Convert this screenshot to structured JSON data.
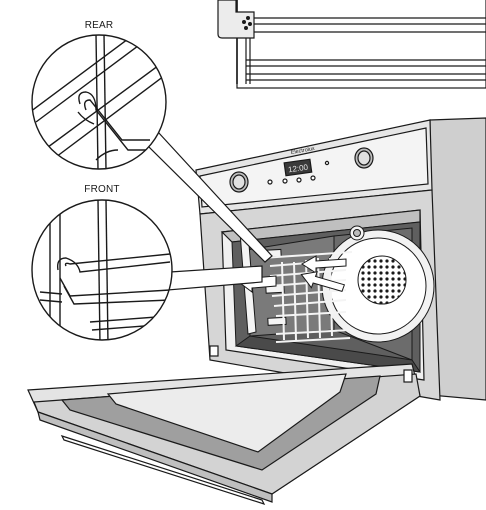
{
  "callouts": {
    "rear": "REAR",
    "front": "FRONT"
  },
  "display": {
    "clock": "12:00",
    "brand": "Electrolux"
  },
  "icons": {
    "brand_logo": "electrolux-logo-icon"
  },
  "colors": {
    "line": "#1a1a1a",
    "panel": "#d9d9d9",
    "panel_dark": "#7f7f7f",
    "cavity": "#5f5f5f",
    "glass": "#cfcfcf",
    "paper": "#ffffff"
  }
}
